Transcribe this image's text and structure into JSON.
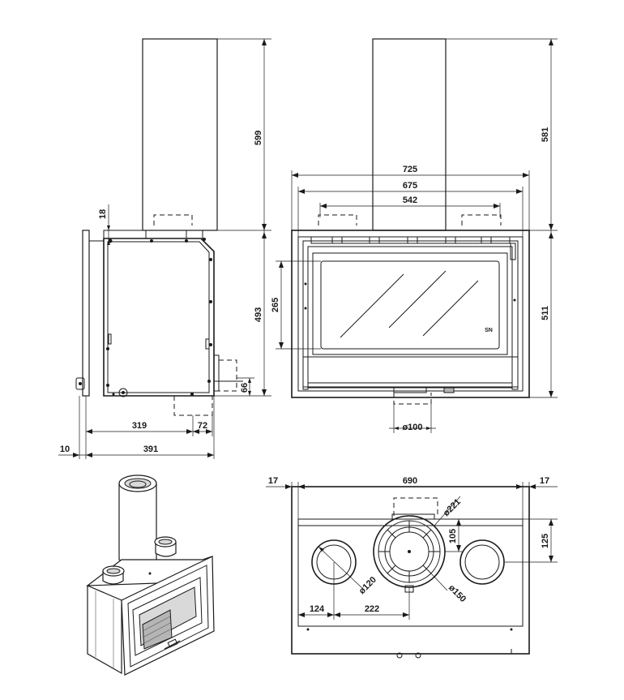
{
  "dimensions": {
    "side_flue_height": "599",
    "side_top_offset": "18",
    "side_height": "493",
    "side_outlet_height": "66",
    "side_depth_to_outlet": "319",
    "side_outlet_width": "72",
    "side_wall_offset": "10",
    "side_total_depth": "391",
    "front_flue_height": "581",
    "front_total_width": "725",
    "front_inner_width": "675",
    "front_outlet_spacing": "542",
    "front_glass_height": "265",
    "front_height": "511",
    "front_air_diameter": "ø100",
    "top_side_left": "17",
    "top_width": "690",
    "top_side_right": "17",
    "top_flue_diameter": "ø221",
    "top_flue_offset": "105",
    "top_depth": "125",
    "top_outlet_diameter": "ø120",
    "top_collar_diameter": "ø150",
    "top_outlet_offset": "124",
    "top_center_offset": "222"
  },
  "logo_mark": "SN"
}
